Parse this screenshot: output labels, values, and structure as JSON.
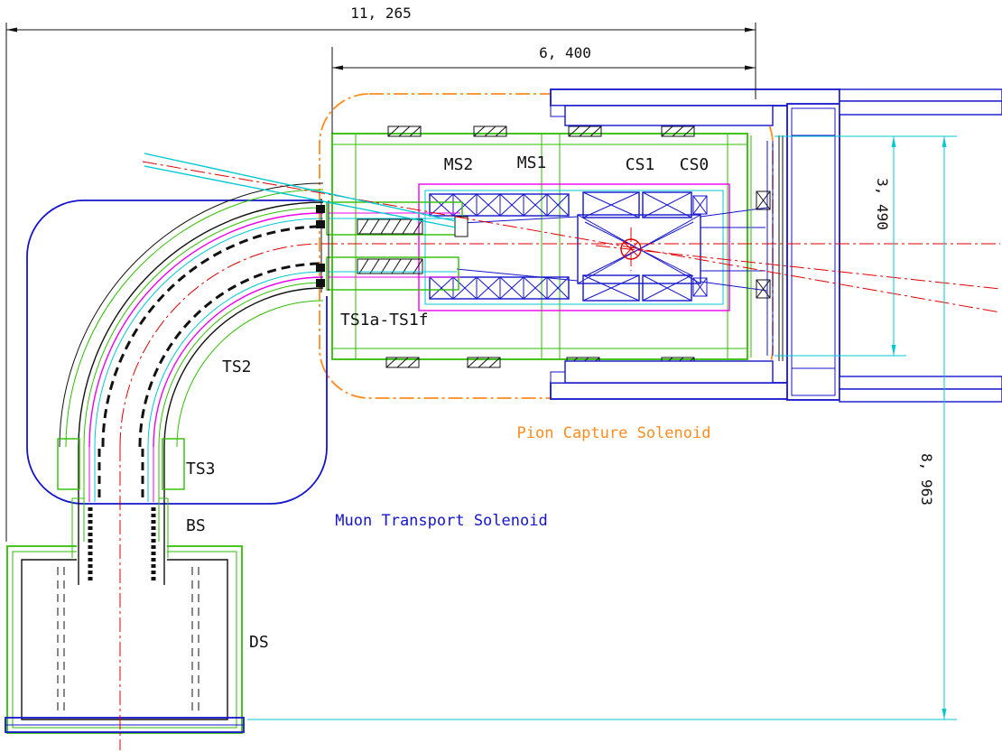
{
  "drawing": {
    "dims": {
      "total_width": "11, 265",
      "capture_width": "6, 400",
      "capture_height": "3, 490",
      "total_height": "8, 963"
    },
    "component_labels": {
      "ms2": "MS2",
      "ms1": "MS1",
      "cs1": "CS1",
      "cs0": "CS0",
      "ts1": "TS1a-TS1f",
      "ts2": "TS2",
      "ts3": "TS3",
      "bs": "BS",
      "ds": "DS"
    },
    "annotations": {
      "pion_capture": "Pion Capture Solenoid",
      "muon_transport": "Muon Transport Solenoid"
    },
    "colors": {
      "green": "#2ebf00",
      "blue": "#1414cc",
      "magenta": "#ee00ee",
      "cyan": "#00c8d2",
      "red": "#e00000",
      "orange": "#ff8c1e",
      "black": "#111111"
    }
  }
}
